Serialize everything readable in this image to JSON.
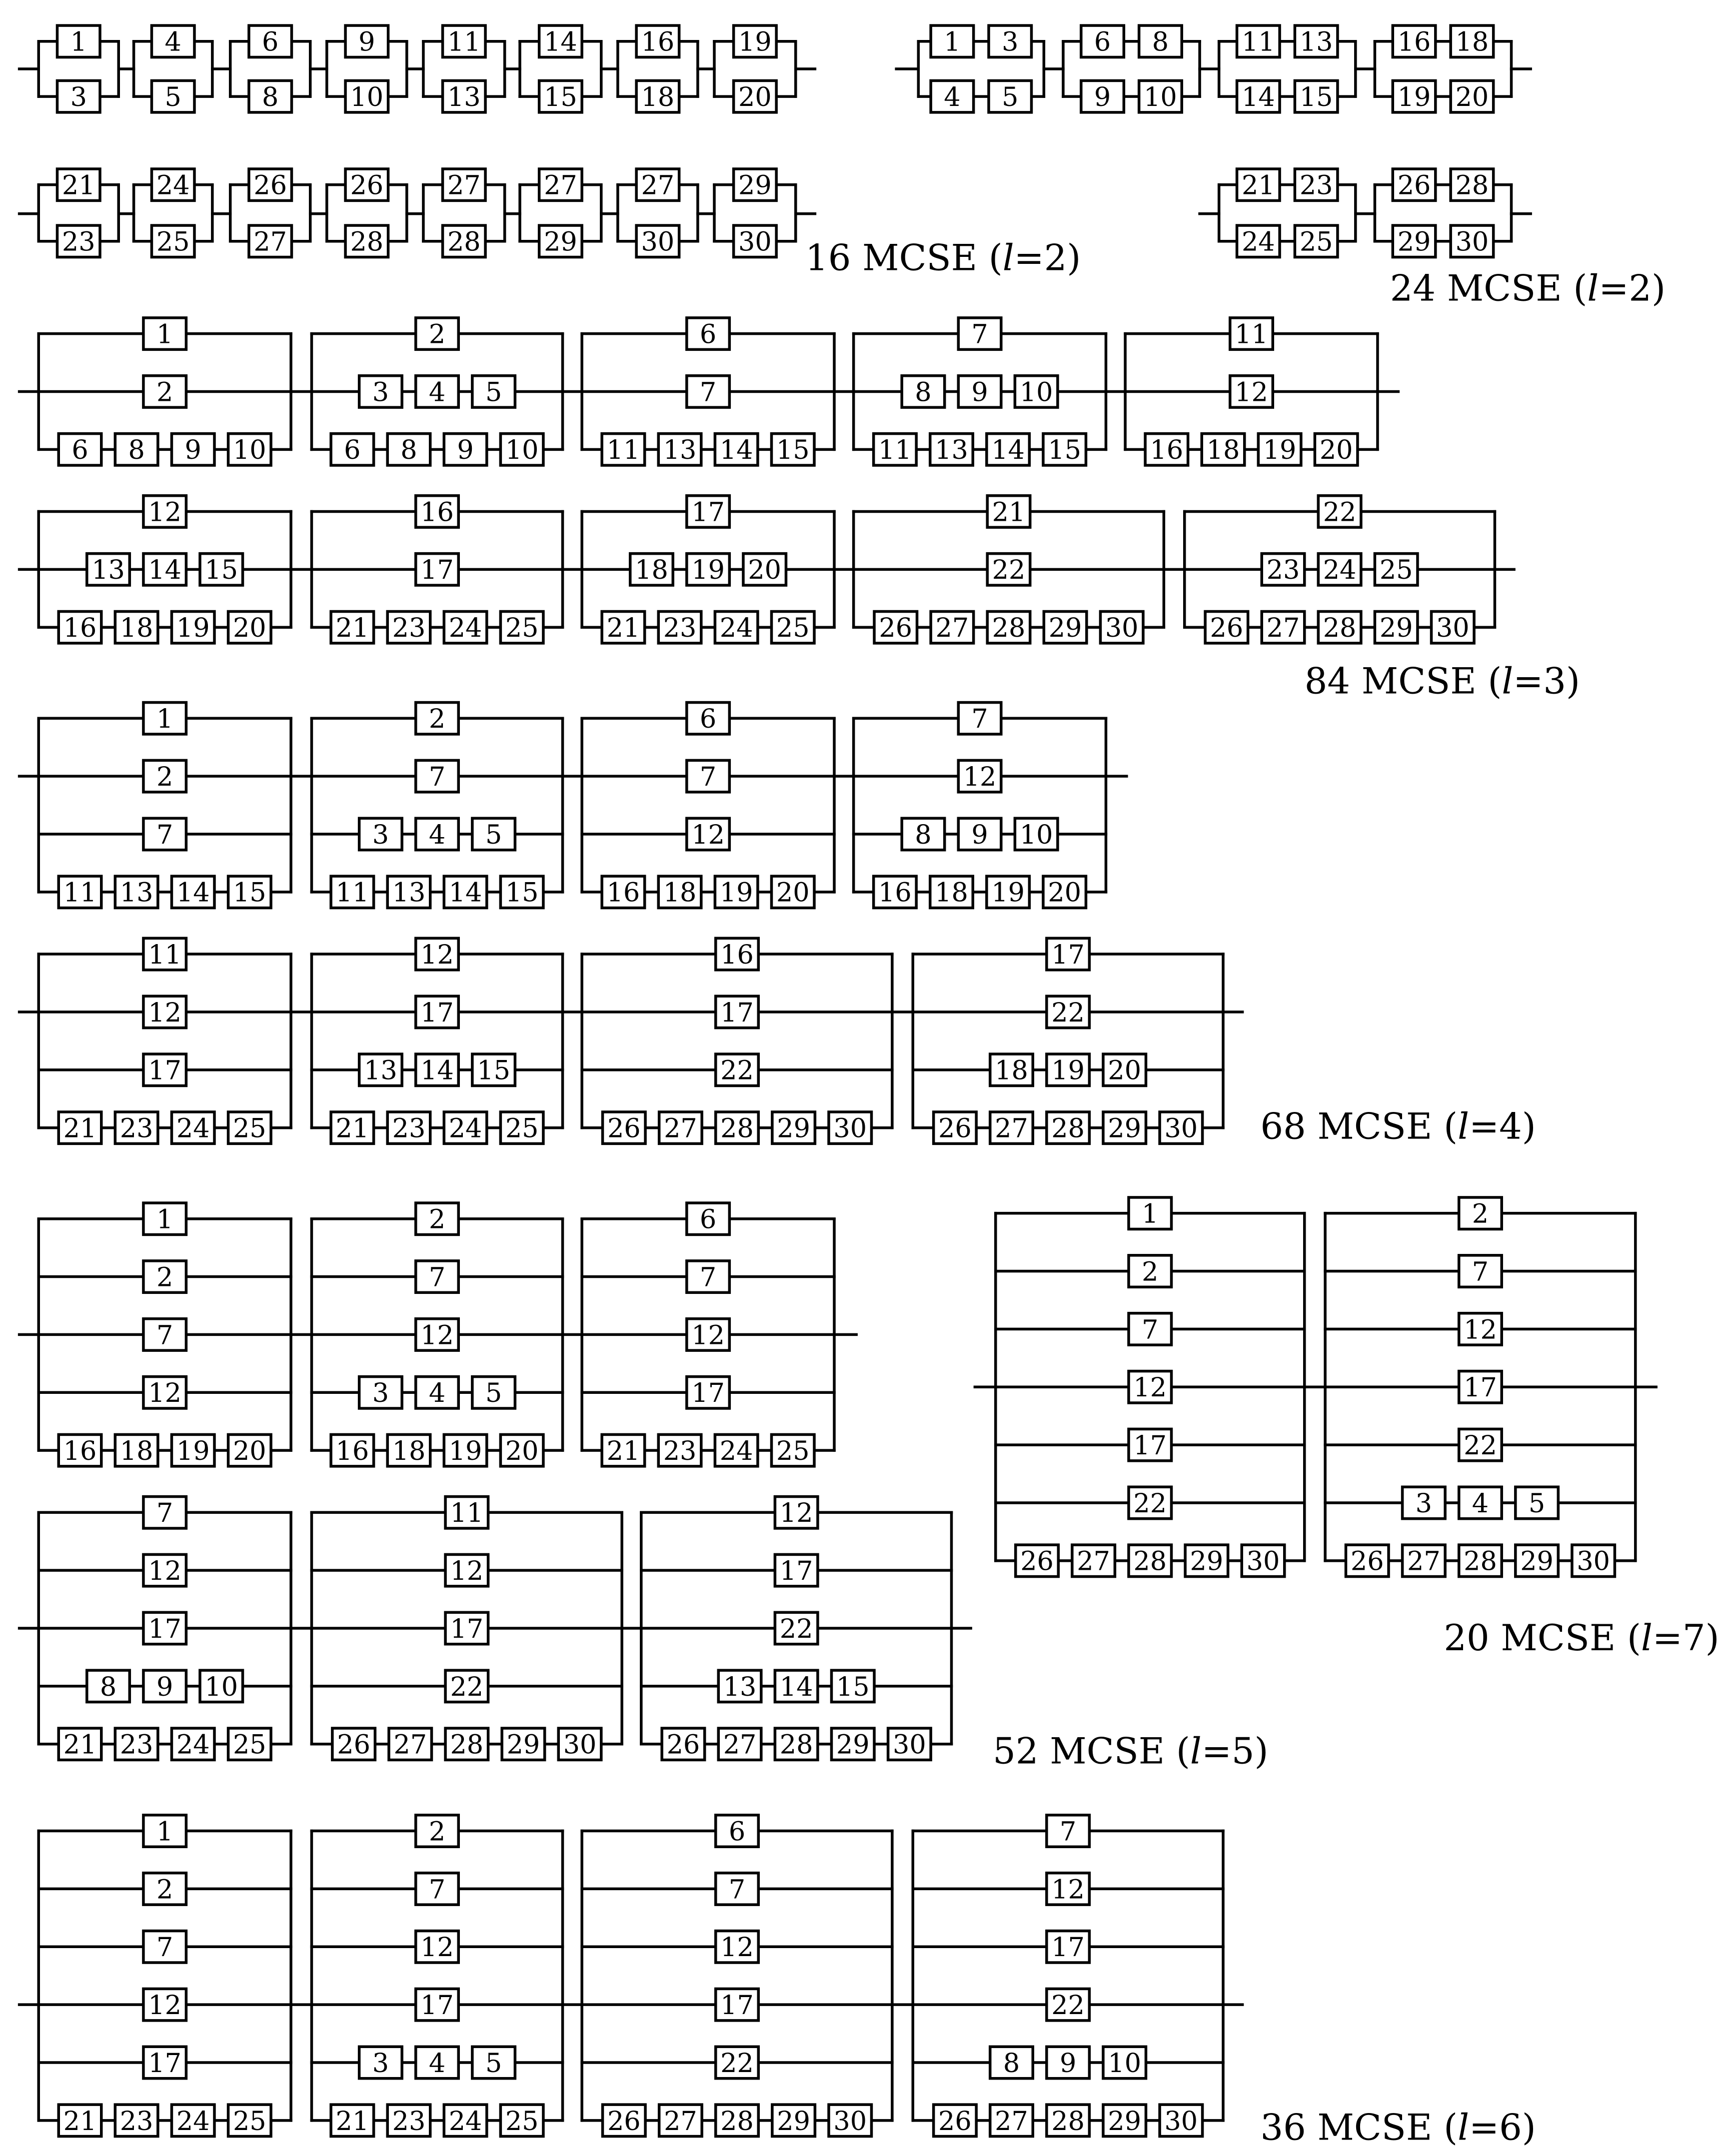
{
  "structures": [
    {
      "label": "16 MCSE (l=2)",
      "rows": [
        [
          [
            [
              "1"
            ],
            [
              "3"
            ]
          ],
          [
            [
              "4"
            ],
            [
              "5"
            ]
          ],
          [
            [
              "6"
            ],
            [
              "8"
            ]
          ],
          [
            [
              "9"
            ],
            [
              "10"
            ]
          ],
          [
            [
              "11"
            ],
            [
              "13"
            ]
          ],
          [
            [
              "14"
            ],
            [
              "15"
            ]
          ],
          [
            [
              "16"
            ],
            [
              "18"
            ]
          ],
          [
            [
              "19"
            ],
            [
              "20"
            ]
          ]
        ],
        [
          [
            [
              "21"
            ],
            [
              "23"
            ]
          ],
          [
            [
              "24"
            ],
            [
              "25"
            ]
          ],
          [
            [
              "26"
            ],
            [
              "27"
            ]
          ],
          [
            [
              "26"
            ],
            [
              "28"
            ]
          ],
          [
            [
              "27"
            ],
            [
              "28"
            ]
          ],
          [
            [
              "27"
            ],
            [
              "29"
            ]
          ],
          [
            [
              "27"
            ],
            [
              "30"
            ]
          ],
          [
            [
              "29"
            ],
            [
              "30"
            ]
          ]
        ]
      ]
    },
    {
      "label": "24 MCSE (l=2)",
      "rows": [
        [
          [
            [
              "1",
              "3"
            ],
            [
              "4",
              "5"
            ]
          ],
          [
            [
              "6",
              "8"
            ],
            [
              "9",
              "10"
            ]
          ],
          [
            [
              "11",
              "13"
            ],
            [
              "14",
              "15"
            ]
          ],
          [
            [
              "16",
              "18"
            ],
            [
              "19",
              "20"
            ]
          ]
        ],
        [
          [
            [
              "21",
              "23"
            ],
            [
              "24",
              "25"
            ]
          ],
          [
            [
              "26",
              "28"
            ],
            [
              "29",
              "30"
            ]
          ]
        ]
      ]
    },
    {
      "label": "84 MCSE (l=3)",
      "rows": [
        [
          [
            [
              "1"
            ],
            [
              "2"
            ],
            [
              "6",
              "8",
              "9",
              "10"
            ]
          ],
          [
            [
              "2"
            ],
            [
              "3",
              "4",
              "5"
            ],
            [
              "6",
              "8",
              "9",
              "10"
            ]
          ],
          [
            [
              "6"
            ],
            [
              "7"
            ],
            [
              "11",
              "13",
              "14",
              "15"
            ]
          ],
          [
            [
              "7"
            ],
            [
              "8",
              "9",
              "10"
            ],
            [
              "11",
              "13",
              "14",
              "15"
            ]
          ],
          [
            [
              "11"
            ],
            [
              "12"
            ],
            [
              "16",
              "18",
              "19",
              "20"
            ]
          ]
        ],
        [
          [
            [
              "12"
            ],
            [
              "13",
              "14",
              "15"
            ],
            [
              "16",
              "18",
              "19",
              "20"
            ]
          ],
          [
            [
              "16"
            ],
            [
              "17"
            ],
            [
              "21",
              "23",
              "24",
              "25"
            ]
          ],
          [
            [
              "17"
            ],
            [
              "18",
              "19",
              "20"
            ],
            [
              "21",
              "23",
              "24",
              "25"
            ]
          ],
          [
            [
              "21"
            ],
            [
              "22"
            ],
            [
              "26",
              "27",
              "28",
              "29",
              "30"
            ]
          ],
          [
            [
              "22"
            ],
            [
              "23",
              "24",
              "25"
            ],
            [
              "26",
              "27",
              "28",
              "29",
              "30"
            ]
          ]
        ]
      ]
    },
    {
      "label": "68 MCSE (l=4)",
      "rows": [
        [
          [
            [
              "1"
            ],
            [
              "2"
            ],
            [
              "7"
            ],
            [
              "11",
              "13",
              "14",
              "15"
            ]
          ],
          [
            [
              "2"
            ],
            [
              "7"
            ],
            [
              "3",
              "4",
              "5"
            ],
            [
              "11",
              "13",
              "14",
              "15"
            ]
          ],
          [
            [
              "6"
            ],
            [
              "7"
            ],
            [
              "12"
            ],
            [
              "16",
              "18",
              "19",
              "20"
            ]
          ],
          [
            [
              "7"
            ],
            [
              "12"
            ],
            [
              "8",
              "9",
              "10"
            ],
            [
              "16",
              "18",
              "19",
              "20"
            ]
          ]
        ],
        [
          [
            [
              "11"
            ],
            [
              "12"
            ],
            [
              "17"
            ],
            [
              "21",
              "23",
              "24",
              "25"
            ]
          ],
          [
            [
              "12"
            ],
            [
              "17"
            ],
            [
              "13",
              "14",
              "15"
            ],
            [
              "21",
              "23",
              "24",
              "25"
            ]
          ],
          [
            [
              "16"
            ],
            [
              "17"
            ],
            [
              "22"
            ],
            [
              "26",
              "27",
              "28",
              "29",
              "30"
            ]
          ],
          [
            [
              "17"
            ],
            [
              "22"
            ],
            [
              "18",
              "19",
              "20"
            ],
            [
              "26",
              "27",
              "28",
              "29",
              "30"
            ]
          ]
        ]
      ]
    },
    {
      "label": "52 MCSE (l=5)",
      "rows": [
        [
          [
            [
              "1"
            ],
            [
              "2"
            ],
            [
              "7"
            ],
            [
              "12"
            ],
            [
              "16",
              "18",
              "19",
              "20"
            ]
          ],
          [
            [
              "2"
            ],
            [
              "7"
            ],
            [
              "12"
            ],
            [
              "3",
              "4",
              "5"
            ],
            [
              "16",
              "18",
              "19",
              "20"
            ]
          ],
          [
            [
              "6"
            ],
            [
              "7"
            ],
            [
              "12"
            ],
            [
              "17"
            ],
            [
              "21",
              "23",
              "24",
              "25"
            ]
          ]
        ],
        [
          [
            [
              "7"
            ],
            [
              "12"
            ],
            [
              "17"
            ],
            [
              "8",
              "9",
              "10"
            ],
            [
              "21",
              "23",
              "24",
              "25"
            ]
          ],
          [
            [
              "11"
            ],
            [
              "12"
            ],
            [
              "17"
            ],
            [
              "22"
            ],
            [
              "26",
              "27",
              "28",
              "29",
              "30"
            ]
          ],
          [
            [
              "12"
            ],
            [
              "17"
            ],
            [
              "22"
            ],
            [
              "13",
              "14",
              "15"
            ],
            [
              "26",
              "27",
              "28",
              "29",
              "30"
            ]
          ]
        ]
      ]
    },
    {
      "label": "20 MCSE (l=7)",
      "rows": [
        [
          [
            [
              "1"
            ],
            [
              "2"
            ],
            [
              "7"
            ],
            [
              "12"
            ],
            [
              "17"
            ],
            [
              "22"
            ],
            [
              "26",
              "27",
              "28",
              "29",
              "30"
            ]
          ],
          [
            [
              "2"
            ],
            [
              "7"
            ],
            [
              "12"
            ],
            [
              "17"
            ],
            [
              "22"
            ],
            [
              "3",
              "4",
              "5"
            ],
            [
              "26",
              "27",
              "28",
              "29",
              "30"
            ]
          ]
        ]
      ]
    },
    {
      "label": "36 MCSE (l=6)",
      "rows": [
        [
          [
            [
              "1"
            ],
            [
              "2"
            ],
            [
              "7"
            ],
            [
              "12"
            ],
            [
              "17"
            ],
            [
              "21",
              "23",
              "24",
              "25"
            ]
          ],
          [
            [
              "2"
            ],
            [
              "7"
            ],
            [
              "12"
            ],
            [
              "17"
            ],
            [
              "3",
              "4",
              "5"
            ],
            [
              "21",
              "23",
              "24",
              "25"
            ]
          ],
          [
            [
              "6"
            ],
            [
              "7"
            ],
            [
              "12"
            ],
            [
              "17"
            ],
            [
              "22"
            ],
            [
              "26",
              "27",
              "28",
              "29",
              "30"
            ]
          ],
          [
            [
              "7"
            ],
            [
              "12"
            ],
            [
              "17"
            ],
            [
              "22"
            ],
            [
              "8",
              "9",
              "10"
            ],
            [
              "26",
              "27",
              "28",
              "29",
              "30"
            ]
          ]
        ]
      ]
    }
  ]
}
